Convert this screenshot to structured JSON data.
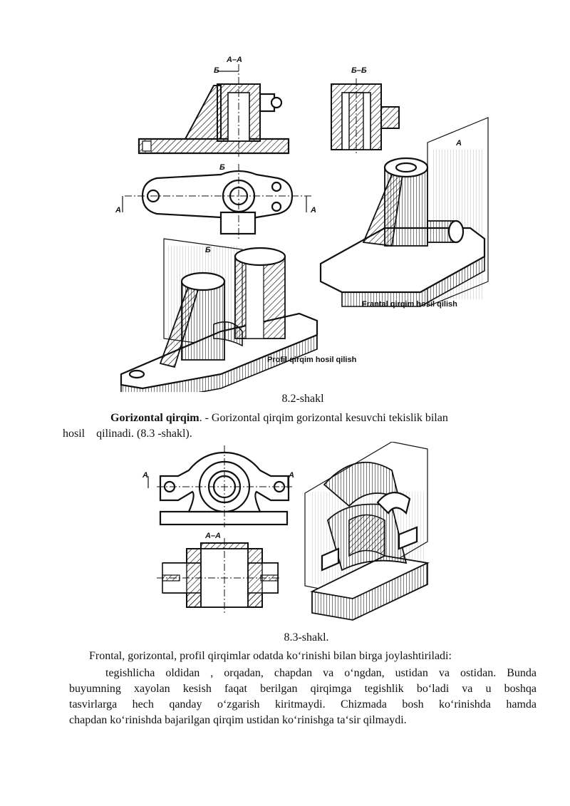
{
  "figure1": {
    "labels": {
      "aa": "A–A",
      "bb": "Б–Б",
      "b_top": "Б",
      "b_mid": "Б",
      "a_left": "A",
      "a_right": "A",
      "a_plane": "A",
      "b_plane": "Б"
    },
    "frontal_caption": "Frantal qirqim hosil qilish",
    "profile_caption": "Profil qirqim hosil qilish",
    "caption": "8.2-shakl"
  },
  "section": {
    "title": "Gorizontal qirqim",
    "intro_rest": ". - Gorizontal qirqim gorizontal kesuvchi tekislik bilan",
    "intro_line2": "hosil    qilinadi. (8.3 -shakl)."
  },
  "figure2": {
    "labels": {
      "a_left": "A",
      "a_right": "A",
      "aa": "A–A"
    },
    "caption": "8.3-shakl."
  },
  "body": {
    "line1": "Frontal, gorizontal, profil qirqimlar odatda ko‘rinishi bilan birga joylashtiriladi:",
    "line2": "tegishlicha oldidan , orqadan, chapdan va o‘ngdan, ustidan va ostidan. Bunda",
    "line3": "buyumning xayolan kesish faqat berilgan qirqimga tegishlik bo‘ladi va u boshqa",
    "line4": "tasvirlarga hech qanday o‘zgarish kiritmaydi. Chizmada bosh ko‘rinishda hamda",
    "line5": "chapdan ko‘rinishda bajarilgan qirqim ustidan ko‘rinishga ta‘sir qilmaydi."
  }
}
